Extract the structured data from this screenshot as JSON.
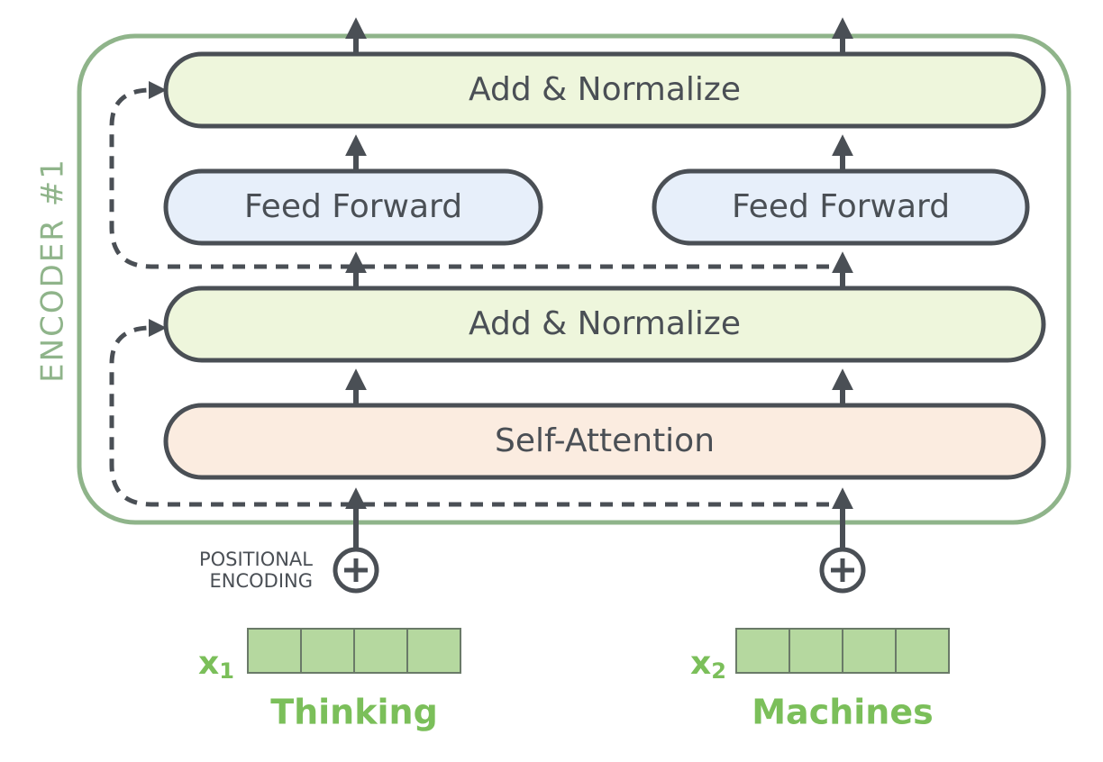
{
  "encoder": {
    "label": "ENCODER #1",
    "border_color": "#8fb48a"
  },
  "layers": {
    "add_norm_top": {
      "label": "Add & Normalize",
      "fill": "#eef6dc"
    },
    "feed_forward_1": {
      "label": "Feed Forward",
      "fill": "#e7effa"
    },
    "feed_forward_2": {
      "label": "Feed Forward",
      "fill": "#e7effa"
    },
    "add_norm_bottom": {
      "label": "Add & Normalize",
      "fill": "#eef6dc"
    },
    "self_attention": {
      "label": "Self-Attention",
      "fill": "#fbece0"
    }
  },
  "positional_encoding": {
    "line1": "POSITIONAL",
    "line2": "ENCODING"
  },
  "inputs": [
    {
      "symbol": "x",
      "subscript": "1",
      "word": "Thinking"
    },
    {
      "symbol": "x",
      "subscript": "2",
      "word": "Machines"
    }
  ],
  "colors": {
    "stroke": "#4a4f55",
    "vector_fill": "#b5d89f",
    "vector_stroke": "#6a7a68",
    "input_text": "#7bbf5a"
  }
}
